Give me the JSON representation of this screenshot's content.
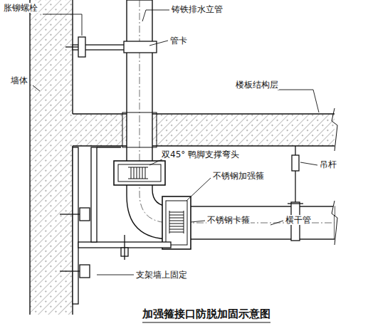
{
  "diagram": {
    "caption": "加强箍接口防脱加固示意图",
    "labels": [
      "胀铆螺栓",
      "铸铁排水立管",
      "管卡",
      "墙体",
      "楼板结构层",
      "双45° 鸭脚支撑弯头",
      "吊杆",
      "不锈钢加强箍",
      "不锈钢卡箍",
      "横干管",
      "支架墙上固定"
    ]
  }
}
